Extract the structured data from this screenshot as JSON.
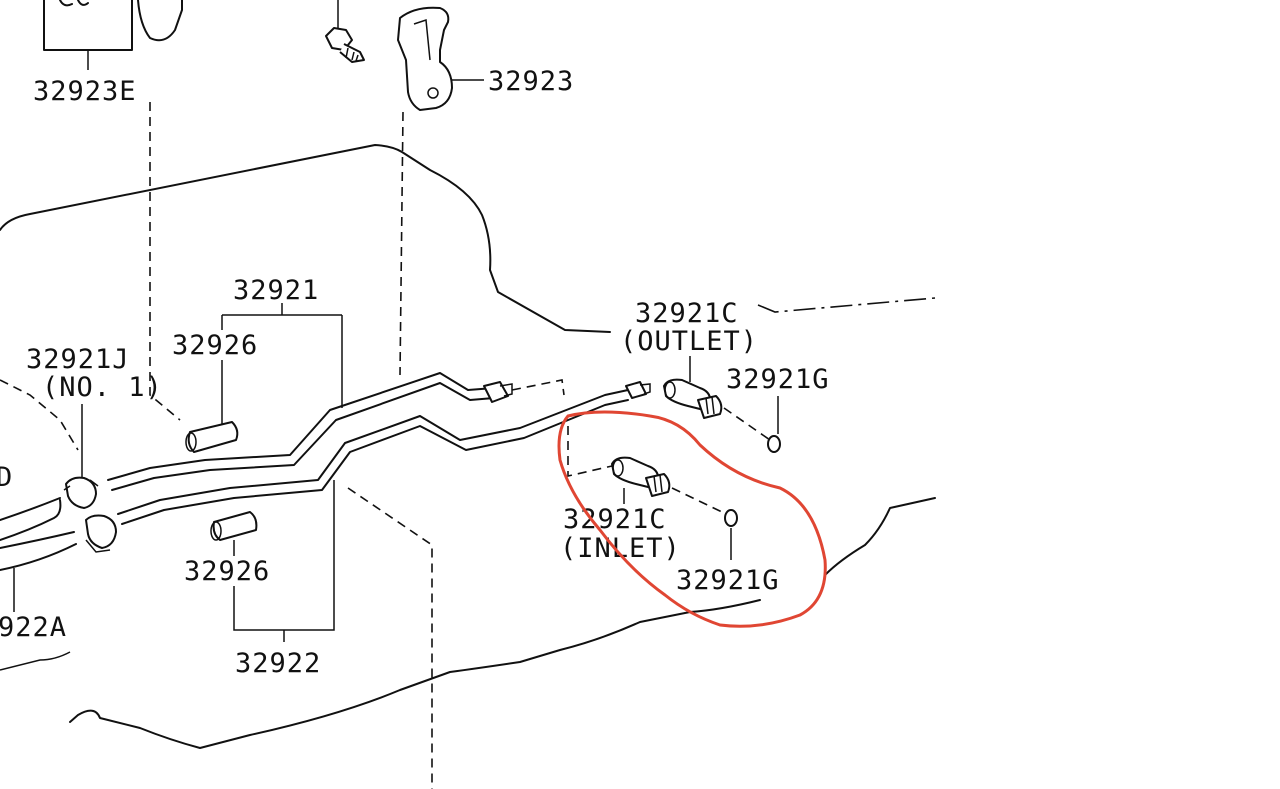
{
  "labels": {
    "p32923E": "32923E",
    "p32923": "32923",
    "p32921": "32921",
    "p32926_upper": "32926",
    "p32921J": "32921J",
    "no1": "(NO. 1)",
    "p32921C_outlet": "32921C",
    "outlet": "(OUTLET)",
    "p32921G_upper": "32921G",
    "p32921C_inlet": "32921C",
    "inlet": "(INLET)",
    "p32921G_lower": "32921G",
    "p32926_lower": "32926",
    "p32922": "32922",
    "p32922A_partial": "922A",
    "d_partial": "D"
  },
  "colors": {
    "line": "#111111",
    "highlight": "#e04633",
    "background": "#ffffff"
  },
  "icons": {
    "bracket": "bracket-icon",
    "bolt": "bolt-icon",
    "hose": "hose-icon",
    "elbow_fitting": "elbow-fitting-icon",
    "o_ring": "o-ring-icon",
    "clamp": "clamp-icon"
  }
}
